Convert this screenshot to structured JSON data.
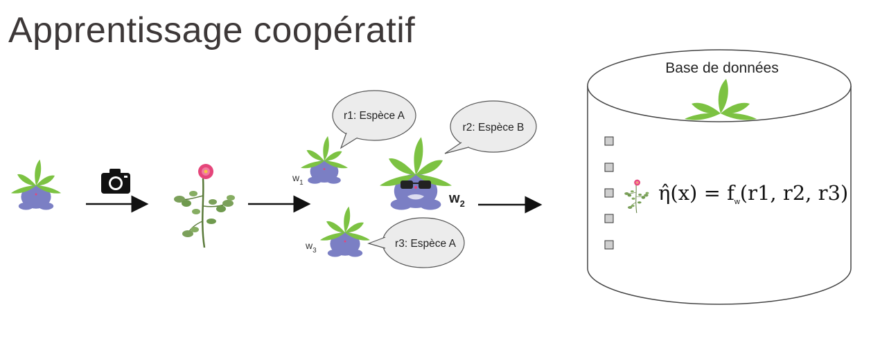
{
  "title": "Apprentissage coopératif",
  "database": {
    "label": "Base de données",
    "entries_count": 5
  },
  "workers": [
    {
      "name": "w",
      "sub": "1",
      "response": "r1: Espèce A"
    },
    {
      "name": "w",
      "sub": "2",
      "response": "r2: Espèce B"
    },
    {
      "name": "w",
      "sub": "3",
      "response": "r3: Espèce A"
    }
  ],
  "formula": {
    "lhs": "η̂(x) = f",
    "sub": "w",
    "rhs": "(r1, r2, r3)"
  },
  "icons": [
    "user-plant-icon",
    "camera-icon",
    "rose-icon",
    "leaf-logo-icon"
  ],
  "colors": {
    "leaf": "#7cc242",
    "body": "#7b7fc4",
    "bubble": "#ececec",
    "rose": "#e5457a"
  }
}
